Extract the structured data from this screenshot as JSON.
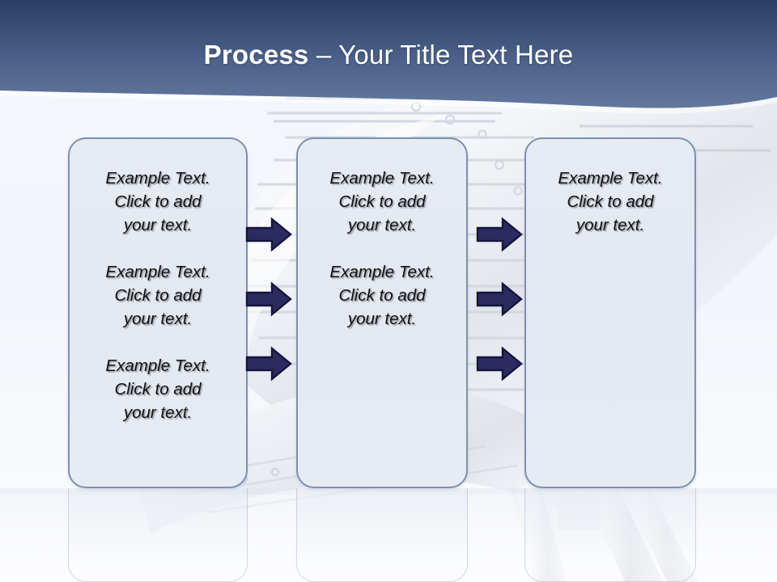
{
  "slide": {
    "title_bold": "Process",
    "title_rest": " – Your Title Text Here",
    "background_image": "golf-clubs-photo",
    "colors": {
      "header_top": "#2f4770",
      "header_bottom": "#5d73a0",
      "box_border": "#7d8fb4",
      "box_fill": "#e4e9f2",
      "arrow_fill": "#2b2b61",
      "arrow_outline": "#12123a",
      "title_text": "#ffffff",
      "body_text": "#111111"
    }
  },
  "boxes": [
    {
      "id": "box-1",
      "paragraphs": [
        "Example Text.\nClick  to add\nyour text.",
        "Example Text.\nClick  to add\nyour text.",
        "Example Text.\nClick  to add\nyour text."
      ]
    },
    {
      "id": "box-2",
      "paragraphs": [
        "Example Text.\nClick  to add\nyour text.",
        "Example Text.\nClick  to add\nyour text."
      ]
    },
    {
      "id": "box-3",
      "paragraphs": [
        "Example Text.\nClick  to add\nyour text."
      ]
    }
  ],
  "arrows": {
    "icon": "arrow-right-icon",
    "group_1": [
      "arrow-1-1",
      "arrow-1-2",
      "arrow-1-3"
    ],
    "group_2": [
      "arrow-2-1",
      "arrow-2-2",
      "arrow-2-3"
    ]
  }
}
